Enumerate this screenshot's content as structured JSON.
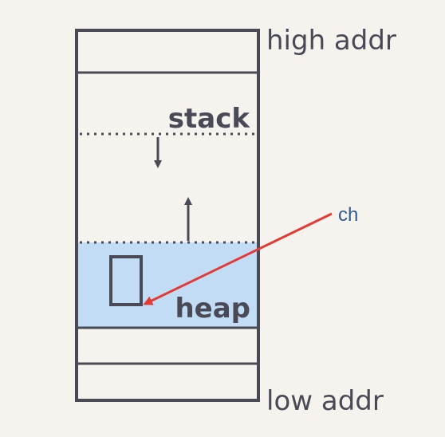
{
  "labels": {
    "high_addr": "high addr",
    "low_addr": "low addr",
    "stack": "stack",
    "heap": "heap",
    "pointer": "ch"
  },
  "colors": {
    "background": "#f6f3ef",
    "outline": "#4a4a57",
    "heap_fill": "#c3dcf6",
    "pointer_arrow": "#e23b36",
    "pointer_label": "#2f5d8c",
    "text": "#4a4a57"
  }
}
